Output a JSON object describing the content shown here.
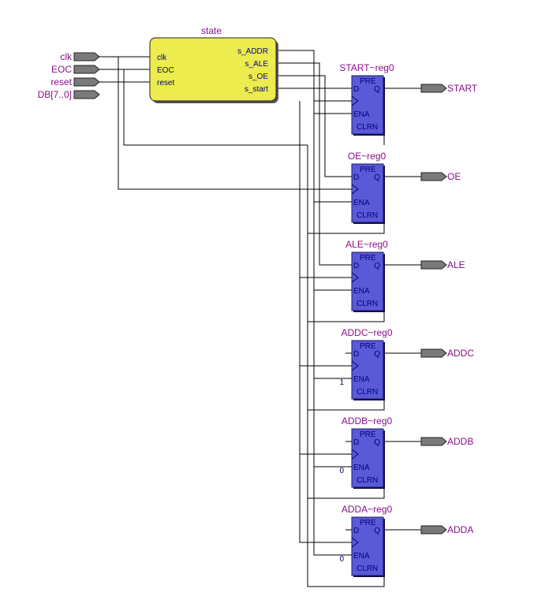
{
  "colors": {
    "wire": "#000000",
    "label": "#8a0f8a",
    "pin_text": "#00007a",
    "flipflop_fill": "#5a5ad8",
    "state_fill": "#ecec4e",
    "port_fill": "#7a7a7a"
  },
  "inputs": [
    {
      "label": "clk"
    },
    {
      "label": "EOC"
    },
    {
      "label": "reset"
    },
    {
      "label": "DB[7..0]"
    }
  ],
  "state_block": {
    "title": "state",
    "inputs": [
      "clk",
      "EOC",
      "reset"
    ],
    "outputs": [
      "s_ADDR",
      "s_ALE",
      "s_OE",
      "s_start"
    ]
  },
  "flipflop_pins": {
    "pre": "PRE",
    "d": "D",
    "q": "Q",
    "ena": "ENA",
    "clrn": "CLRN"
  },
  "registers": [
    {
      "name": "START~reg0",
      "output": "START",
      "const": ""
    },
    {
      "name": "OE~reg0",
      "output": "OE",
      "const": ""
    },
    {
      "name": "ALE~reg0",
      "output": "ALE",
      "const": ""
    },
    {
      "name": "ADDC~reg0",
      "output": "ADDC",
      "const": "1"
    },
    {
      "name": "ADDB~reg0",
      "output": "ADDB",
      "const": "0"
    },
    {
      "name": "ADDA~reg0",
      "output": "ADDA",
      "const": "0"
    }
  ]
}
